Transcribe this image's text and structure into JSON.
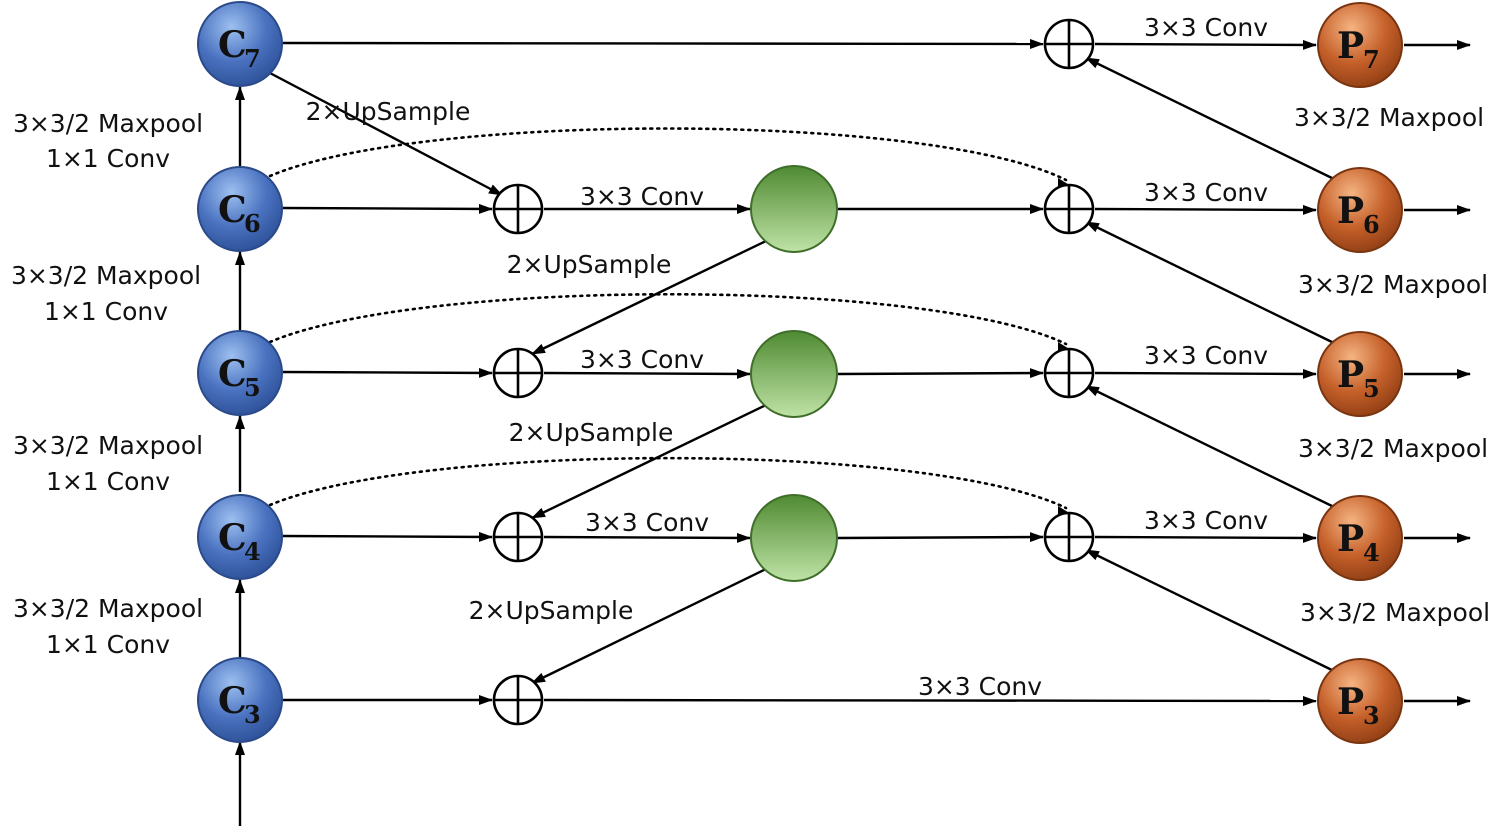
{
  "backbone_nodes": [
    {
      "letter": "C",
      "sub": "7"
    },
    {
      "letter": "C",
      "sub": "6"
    },
    {
      "letter": "C",
      "sub": "5"
    },
    {
      "letter": "C",
      "sub": "4"
    },
    {
      "letter": "C",
      "sub": "3"
    }
  ],
  "output_nodes": [
    {
      "letter": "P",
      "sub": "7"
    },
    {
      "letter": "P",
      "sub": "6"
    },
    {
      "letter": "P",
      "sub": "5"
    },
    {
      "letter": "P",
      "sub": "4"
    },
    {
      "letter": "P",
      "sub": "3"
    }
  ],
  "left_labels": [
    {
      "line1": "3×3/2 Maxpool",
      "line2": "1×1 Conv"
    },
    {
      "line1": "3×3/2 Maxpool",
      "line2": "1×1 Conv"
    },
    {
      "line1": "3×3/2 Maxpool",
      "line2": "1×1 Conv"
    },
    {
      "line1": "3×3/2 Maxpool",
      "line2": "1×1 Conv"
    }
  ],
  "upsample_labels": [
    "2×UpSample",
    "2×UpSample",
    "2×UpSample",
    "2×UpSample"
  ],
  "mid_conv_labels": [
    "3×3 Conv",
    "3×3 Conv",
    "3×3 Conv"
  ],
  "right_conv_labels": [
    "3×3 Conv",
    "3×3 Conv",
    "3×3 Conv",
    "3×3 Conv"
  ],
  "bottom_conv_label": "3×3 Conv",
  "right_maxpool_labels": [
    "3×3/2 Maxpool",
    "3×3/2 Maxpool",
    "3×3/2 Maxpool",
    "3×3/2 Maxpool"
  ],
  "colors": {
    "backbone_node": "#4a72c0",
    "intermediate_node": "#6fa84a",
    "output_node": "#c5602a",
    "lines": "#000000"
  }
}
